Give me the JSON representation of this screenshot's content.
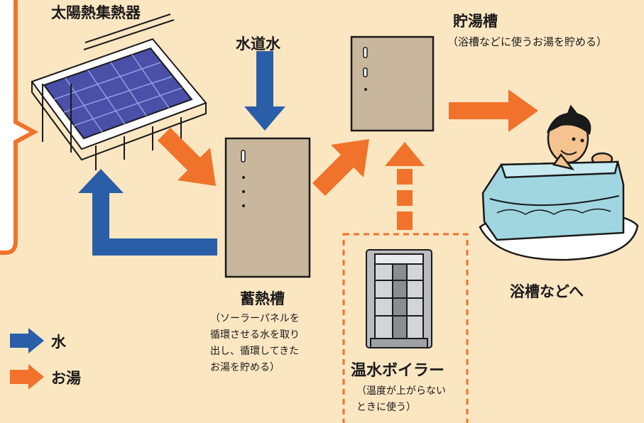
{
  "labels": {
    "collector": "太陽熱集熱器",
    "tap_water": "水道水",
    "storage_tank": "貯湯槽",
    "storage_tank_note": "（浴槽などに使うお湯を貯める）",
    "heat_tank": "蓄熱槽",
    "heat_tank_note": [
      "（ソーラーパネルを",
      "循環させる水を取り",
      "出し、循環してきた",
      "お湯を貯める）"
    ],
    "boiler": "温水ボイラー",
    "boiler_note": [
      "（温度が上がらない",
      "ときに使う）"
    ],
    "bath": "浴槽などへ"
  },
  "legend": [
    {
      "label": "水",
      "color": "#2b5ea8",
      "icon": "blue-arrow-icon"
    },
    {
      "label": "お湯",
      "color": "#f0722b",
      "icon": "orange-arrow-icon"
    }
  ],
  "colors": {
    "background": "#fbe6c2",
    "water": "#2b5ea8",
    "hot_water": "#f0722b",
    "tank": "#c8b79d",
    "panel": "#4a4fa8",
    "bath_water": "#9fd6e0"
  }
}
